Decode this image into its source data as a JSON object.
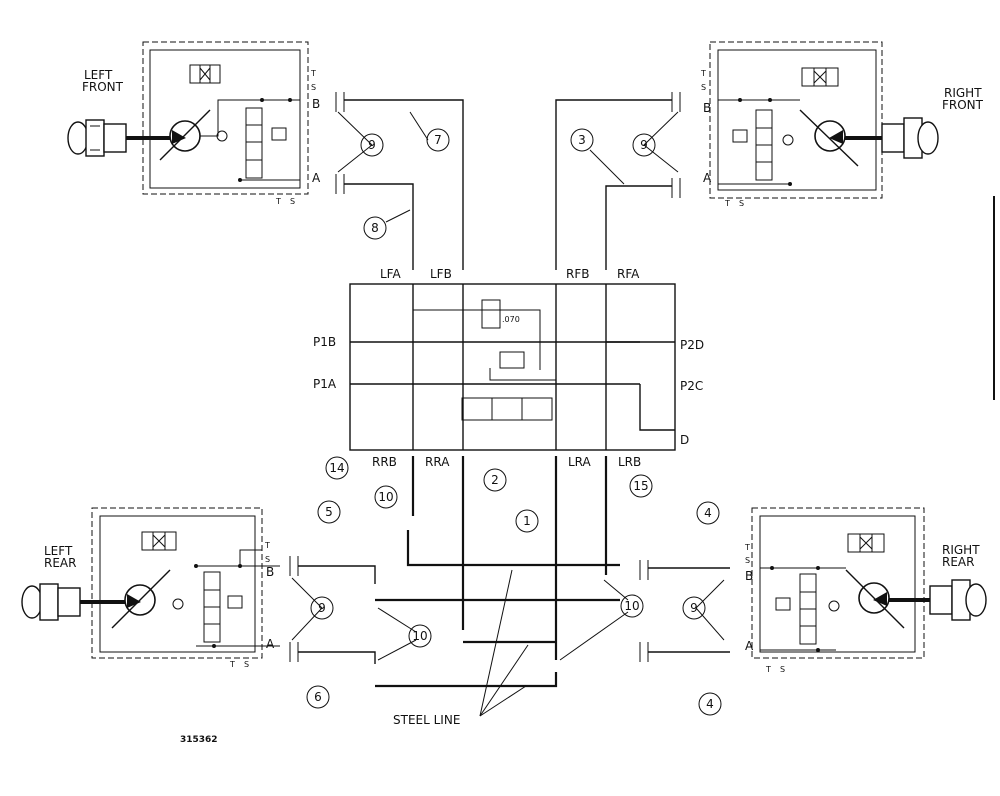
{
  "motors": {
    "left_front": {
      "line1": "LEFT",
      "line2": "FRONT"
    },
    "right_front": {
      "line1": "RIGHT",
      "line2": "FRONT"
    },
    "left_rear": {
      "line1": "LEFT",
      "line2": "REAR"
    },
    "right_rear": {
      "line1": "RIGHT",
      "line2": "REAR"
    }
  },
  "motor_ports": {
    "a": "A",
    "b": "B",
    "t": "T",
    "s": "S"
  },
  "valve_ports": {
    "lfa": "LFA",
    "lfb": "LFB",
    "rfb": "RFB",
    "rfa": "RFA",
    "p1b": "P1B",
    "p1a": "P1A",
    "p2d": "P2D",
    "p2c": "P2C",
    "d": "D",
    "rrb": "RRB",
    "rra": "RRA",
    "lra": "LRA",
    "lrb": "LRB"
  },
  "orifice_label": ".070",
  "callouts": {
    "c1": "1",
    "c2": "2",
    "c3": "3",
    "c4a": "4",
    "c4b": "4",
    "c5": "5",
    "c6": "6",
    "c7": "7",
    "c8": "8",
    "c9a": "9",
    "c9b": "9",
    "c9c": "9",
    "c9d": "9",
    "c10a": "10",
    "c10b": "10",
    "c10c": "10",
    "c14": "14",
    "c15": "15"
  },
  "steel_line_label": "STEEL LINE",
  "drawing_number": "315362"
}
